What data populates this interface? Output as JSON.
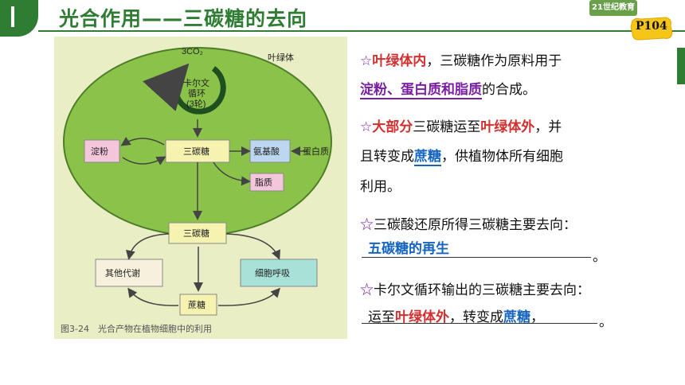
{
  "header": {
    "title": "光合作用——三碳糖的去向",
    "logo_text": "21世纪教育",
    "page_badge": "P104"
  },
  "figure": {
    "co2_label": "3CO₂",
    "chloroplast_label": "叶绿体",
    "calvin_line1": "卡尔文",
    "calvin_line2": "循环",
    "calvin_line3": "(3轮)",
    "starch": "淀粉",
    "triose_inside": "三碳糖",
    "amino_acid": "氨基酸",
    "protein": "蛋白质",
    "lipid": "脂质",
    "triose_outside": "三碳糖",
    "other_metabolism": "其他代谢",
    "respiration": "细胞呼吸",
    "sucrose": "蔗糖",
    "caption": "图3-24　光合产物在植物细胞中的利用"
  },
  "text": {
    "star": "☆",
    "p1_red": "叶绿体内",
    "p1_rest": "，三碳糖作为原料用于",
    "p1_answer": "淀粉、蛋白质和脂质",
    "p1_end": "的合成。",
    "p2_red1": "大部分",
    "p2_mid1": "三碳糖运至",
    "p2_red2": "叶绿体外",
    "p2_end1": "，并",
    "p2_line2a": "且转变成",
    "p2_answer": "蔗糖",
    "p2_line2b": "，供植物体所有细胞",
    "p2_line3": "利用。",
    "q1": "三碳酸还原所得三碳糖主要去向：",
    "q1_answer": "五碳糖的再生",
    "q1_end": "。",
    "q2": "卡尔文循环输出的三碳糖主要去向：",
    "q2_a": "运至",
    "q2_red": "叶绿体外",
    "q2_b": "，转变成",
    "q2_blue": "蔗糖",
    "q2_c": "，",
    "q2_end": "。"
  },
  "colors": {
    "theme_green": "#2e7d32",
    "answer_blue": "#1565c0",
    "highlight_red": "#d32f2f",
    "star_purple": "#7b1fa2"
  }
}
